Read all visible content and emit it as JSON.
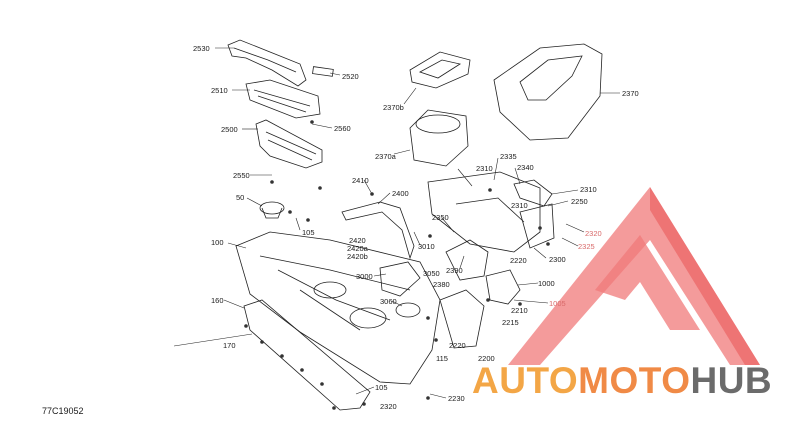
{
  "document_id": "77C19052",
  "brand": {
    "part1": "AUTO",
    "part2": "MOTO",
    "part3": "HUB",
    "color_part1": "#f3a646",
    "color_part2": "#f08a46",
    "color_part3": "#6b6b6b",
    "logo_color": "#f07a7a"
  },
  "callouts": [
    {
      "id": "c2530",
      "text": "2530",
      "red": false
    },
    {
      "id": "c2520",
      "text": "2520",
      "red": false
    },
    {
      "id": "c2510",
      "text": "2510",
      "red": false
    },
    {
      "id": "c2560",
      "text": "2560",
      "red": false
    },
    {
      "id": "c2500",
      "text": "2500",
      "red": false
    },
    {
      "id": "c2550",
      "text": "2550",
      "red": false
    },
    {
      "id": "c2370b",
      "text": "2370b",
      "red": false
    },
    {
      "id": "c2370a",
      "text": "2370a",
      "red": false
    },
    {
      "id": "c2370",
      "text": "2370",
      "red": false
    },
    {
      "id": "c2410",
      "text": "2410",
      "red": false
    },
    {
      "id": "c2400",
      "text": "2400",
      "red": false
    },
    {
      "id": "c2335",
      "text": "2335",
      "red": false
    },
    {
      "id": "c2310a",
      "text": "2310",
      "red": false
    },
    {
      "id": "c2340",
      "text": "2340",
      "red": false
    },
    {
      "id": "c2310b",
      "text": "2310",
      "red": false
    },
    {
      "id": "c2250",
      "text": "2250",
      "red": false
    },
    {
      "id": "c2310c",
      "text": "2310",
      "red": false
    },
    {
      "id": "c2320a",
      "text": "2320",
      "red": true
    },
    {
      "id": "c2325",
      "text": "2325",
      "red": true
    },
    {
      "id": "c50",
      "text": "50",
      "red": false
    },
    {
      "id": "c105a",
      "text": "105",
      "red": false
    },
    {
      "id": "c2350",
      "text": "2350",
      "red": false
    },
    {
      "id": "c2420",
      "text": "2420",
      "red": false
    },
    {
      "id": "c2420a",
      "text": "2420a",
      "red": false
    },
    {
      "id": "c2420b",
      "text": "2420b",
      "red": false
    },
    {
      "id": "c100",
      "text": "100",
      "red": false
    },
    {
      "id": "c3010",
      "text": "3010",
      "red": false
    },
    {
      "id": "c2390",
      "text": "2390",
      "red": false
    },
    {
      "id": "c2220a",
      "text": "2220",
      "red": false
    },
    {
      "id": "c2300",
      "text": "2300",
      "red": false
    },
    {
      "id": "c3000",
      "text": "3000",
      "red": false
    },
    {
      "id": "c3050",
      "text": "3050",
      "red": false
    },
    {
      "id": "c2380",
      "text": "2380",
      "red": false
    },
    {
      "id": "c1000",
      "text": "1000",
      "red": false
    },
    {
      "id": "c160",
      "text": "160",
      "red": false
    },
    {
      "id": "c3060",
      "text": "3060",
      "red": false
    },
    {
      "id": "c1005",
      "text": "1005",
      "red": true
    },
    {
      "id": "c2210",
      "text": "2210",
      "red": false
    },
    {
      "id": "c2215",
      "text": "2215",
      "red": false
    },
    {
      "id": "c170",
      "text": "170",
      "red": false
    },
    {
      "id": "c2220b",
      "text": "2220",
      "red": false
    },
    {
      "id": "c115",
      "text": "115",
      "red": false
    },
    {
      "id": "c2200",
      "text": "2200",
      "red": false
    },
    {
      "id": "c105b",
      "text": "105",
      "red": false
    },
    {
      "id": "c2230",
      "text": "2230",
      "red": false
    },
    {
      "id": "c2320b",
      "text": "2320",
      "red": false
    }
  ]
}
